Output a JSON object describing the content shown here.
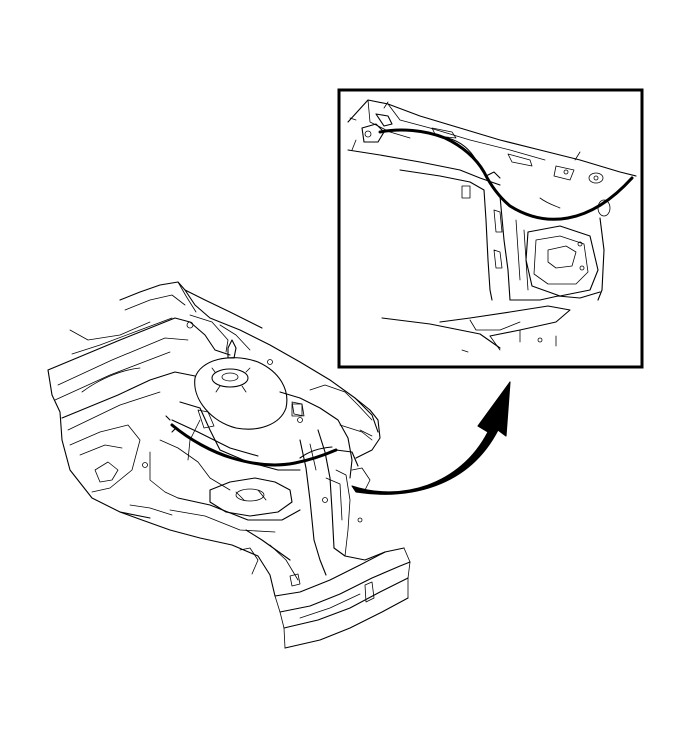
{
  "figure": {
    "background": "#ffffff",
    "line_color": "#000000",
    "icons": [
      "vehicle-front-structure-drawing",
      "wiring-harness-detail-view",
      "curved-callout-arrow"
    ]
  }
}
